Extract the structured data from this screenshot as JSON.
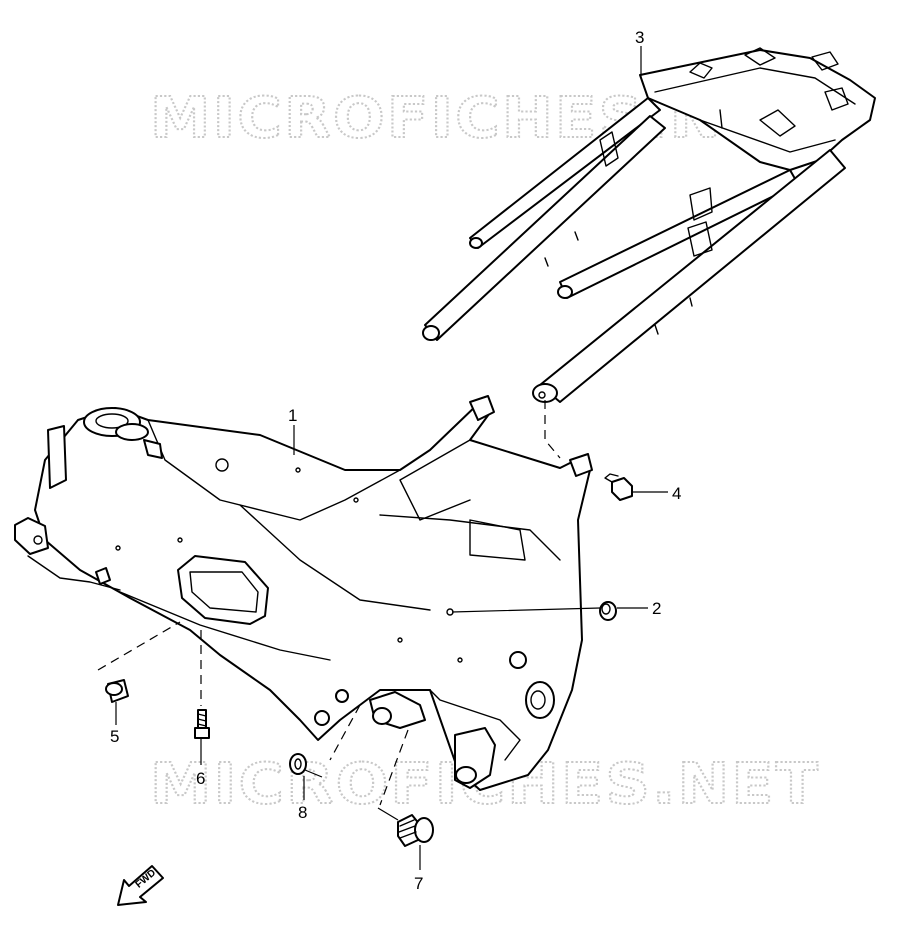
{
  "watermarks": [
    "MICROFICHES.NET",
    "MICROFICHES.NET"
  ],
  "direction_label": "FWD",
  "callouts": [
    {
      "number": "1",
      "part": "frame"
    },
    {
      "number": "2",
      "part": "plug"
    },
    {
      "number": "3",
      "part": "seat-rail"
    },
    {
      "number": "4",
      "part": "seat-rail-bolt"
    },
    {
      "number": "5",
      "part": "cap"
    },
    {
      "number": "6",
      "part": "bolt"
    },
    {
      "number": "7",
      "part": "bolt"
    },
    {
      "number": "8",
      "part": "washer"
    }
  ],
  "colors": {
    "line": "#000000",
    "background": "#ffffff",
    "watermark": "#c8c8c8"
  }
}
